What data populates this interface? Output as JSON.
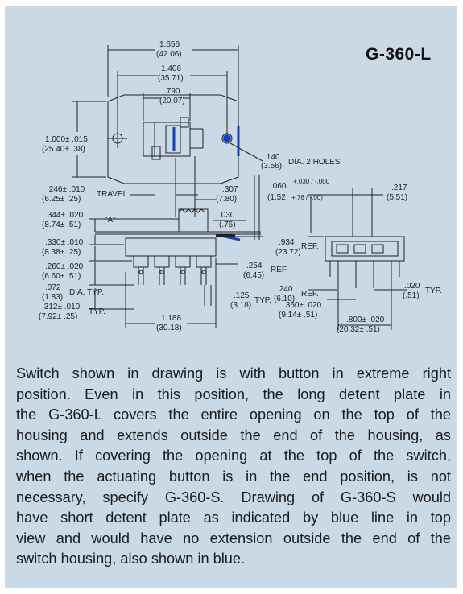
{
  "part_number": "G-360-L",
  "dimensions": {
    "overall_length": "1.656",
    "overall_length_mm": "(42.06)",
    "mount_hole_spacing": "1.406",
    "mount_hole_spacing_mm": "(35.71)",
    "body_length": ".790",
    "body_length_mm": "(20.07)",
    "flange_height": "1.000± .015",
    "flange_height_mm": "(25.40± .38)",
    "holes": ".140",
    "holes_mm": "(3.56)",
    "holes_label": "DIA. 2 HOLES",
    "travel": ".246± .010",
    "travel_mm": "(6.25± .25)",
    "travel_label": "TRAVEL",
    "actuator_width": ".307",
    "actuator_width_mm": "(7.80)",
    "plate_offset": ".060",
    "plate_offset_tol": "+.030 / -.000",
    "plate_offset_mm": "(1.52",
    "plate_offset_mm_tol": "+.76 / -.00)",
    "side_217": ".217",
    "side_217_mm": "(5.51)",
    "a_344": ".344± .020",
    "a_344_mm": "(8.74± .51)",
    "a_label": "\"A\"",
    "plate_030": ".030",
    "plate_030_mm": "(.76)",
    "h_330": ".330± .010",
    "h_330_mm": "(8.38± .25)",
    "ref_934": ".934",
    "ref_934_mm": "(23.72)",
    "ref_label": "REF.",
    "h_260": ".260± .020",
    "h_260_mm": "(6.60± .51)",
    "ref_254": ".254",
    "ref_254_mm": "(6.45)",
    "dia_072": ".072",
    "dia_072_mm": "(1.83)",
    "dia_label": "DIA. TYP.",
    "ref_240": ".240",
    "ref_240_mm": "(6.10)",
    "typ_020": ".020",
    "typ_020_mm": "(.51)",
    "typ_label": "TYP.",
    "typ_125": ".125",
    "typ_125_mm": "(3.18)",
    "h_312": ".312± .010",
    "h_312_mm": "(7.92± .25)",
    "w_360": ".360± .020",
    "w_360_mm": "(9.14± .51)",
    "w_1188": "1.188",
    "w_1188_mm": "(30.18)",
    "w_800": ".800± .020",
    "w_800_mm": "(20.32± .51)"
  },
  "caption_lines": [
    "Switch shown in drawing is with button in extreme right",
    "position.  Even in this position, the long detent plate in",
    "the G-360-L covers the entire opening on the top of the",
    "housing and extends outside the end of the housing, as",
    "shown.  If covering the opening at the top of the switch,",
    "when the actuating button is in the end position, is not",
    "necessary, specify G-360-S.  Drawing of G-360-S would",
    "have short detent plate as indicated by blue line in top",
    "view and would have no extension outside the end of the",
    "switch housing, also shown in blue."
  ],
  "colors": {
    "panel": "#c9d9e6",
    "blue_line": "#1a3fb5",
    "ink": "#1b1b1b"
  }
}
